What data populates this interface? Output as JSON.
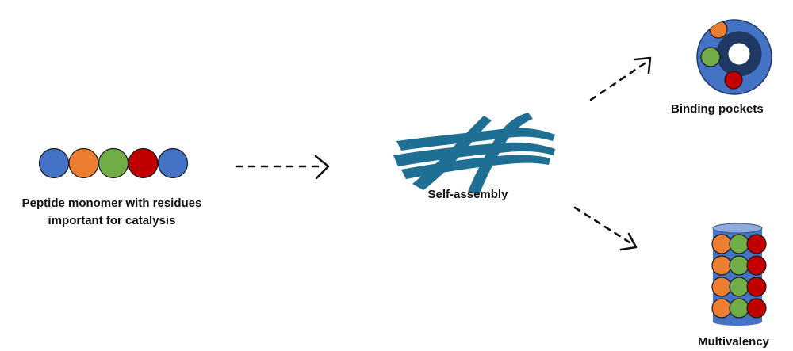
{
  "labels": {
    "monomer_line1": "Peptide monomer with residues",
    "monomer_line2": "important for catalysis",
    "self_assembly": "Self-assembly",
    "binding_pockets": "Binding pockets",
    "multivalency": "Multivalency"
  },
  "colors": {
    "blue": "#4472C4",
    "orange": "#ED7D31",
    "green": "#70AD47",
    "red": "#C00000",
    "fiber": "#1F6E94",
    "pocket_ring": "#1F3864",
    "cylinder_top": "#8FAADC",
    "arrow": "#111111"
  },
  "monomer_residues": [
    "blue",
    "orange",
    "green",
    "red",
    "blue"
  ],
  "column_rows": 4,
  "column_row_residues": [
    "orange",
    "green",
    "red"
  ],
  "pocket_residues": [
    "orange",
    "green",
    "red"
  ],
  "icons": {
    "fiber": "self-assembled-fiber-icon",
    "pocket": "binding-pocket-icon",
    "column": "multivalent-column-icon"
  }
}
